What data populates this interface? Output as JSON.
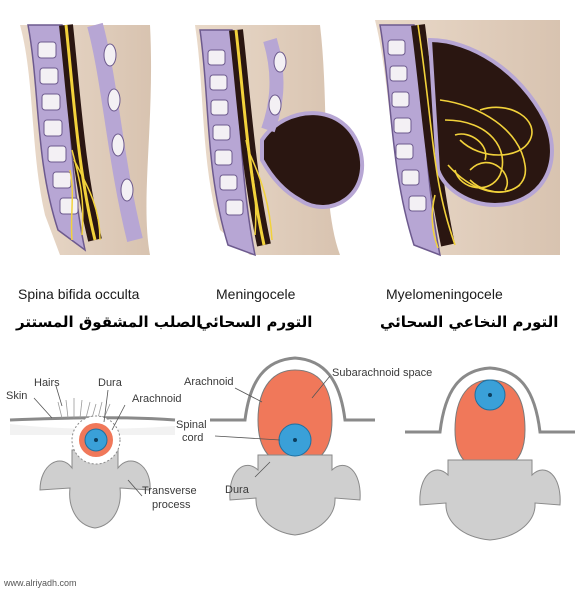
{
  "top_row": {
    "captions": [
      {
        "en": "Spina bifida occulta",
        "ar": "الصلب المشقوق المستتر"
      },
      {
        "en": "Meningocele",
        "ar": "التورم السحائي"
      },
      {
        "en": "Myelomeningocele",
        "ar": "التورم النخاعي السحائي"
      }
    ]
  },
  "bottom_row": {
    "labels": {
      "skin": "Skin",
      "hairs": "Hairs",
      "dura_1": "Dura",
      "arachnoid_1": "Arachnoid",
      "spinal_cord_line1": "Spinal",
      "spinal_cord_line2": "cord",
      "transverse_line1": "Transverse",
      "transverse_line2": "process",
      "arachnoid_2": "Arachnoid",
      "dura_2": "Dura",
      "subarachnoid": "Subarachnoid space"
    }
  },
  "watermark": "www.alriyadh.com",
  "colors": {
    "bone": "#f3f0f4",
    "disc": "#b7a6d4",
    "nerve": "#f2d23b",
    "sac": "#2a1611",
    "csf": "#f0785a",
    "cord": "#3aa0d8",
    "vertebra": "#cfcfcf"
  }
}
